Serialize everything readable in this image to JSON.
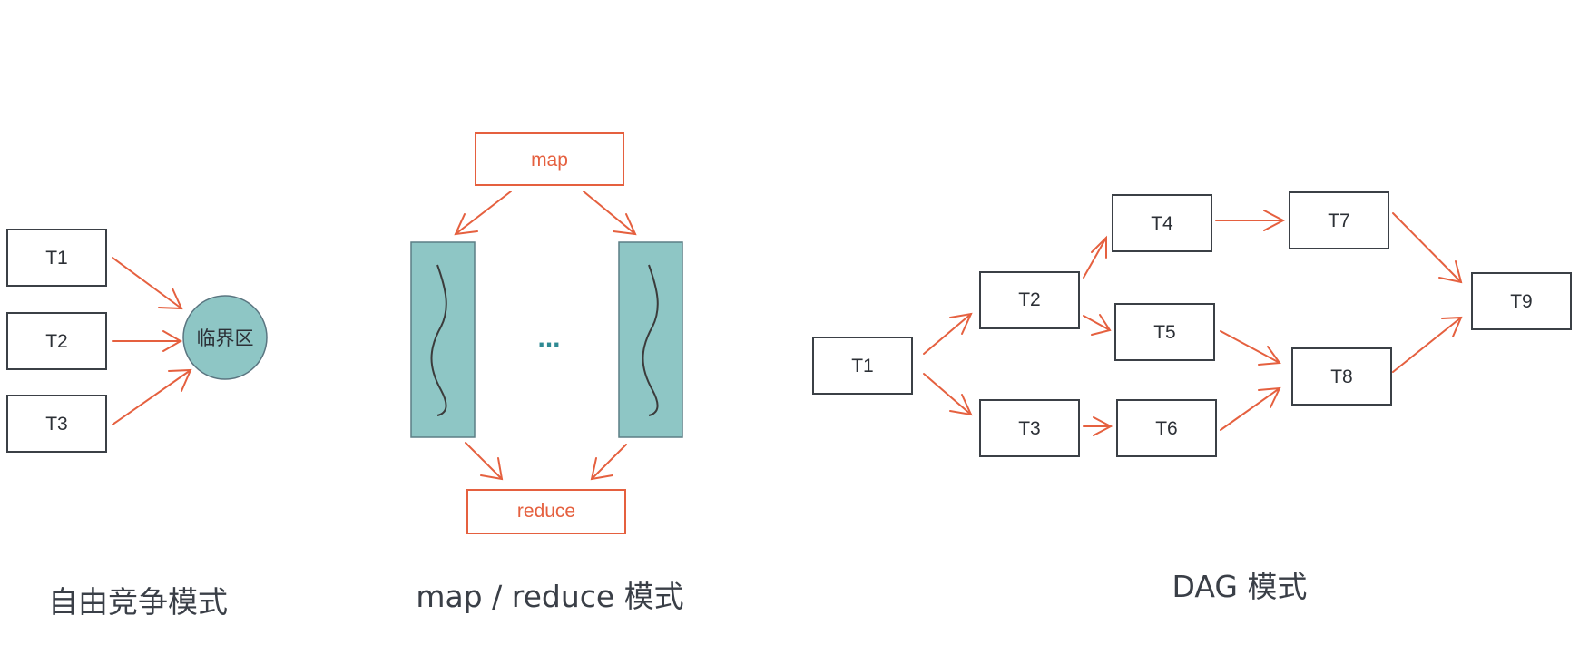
{
  "free_competition": {
    "tasks": [
      "T1",
      "T2",
      "T3"
    ],
    "critical_section": "临界区",
    "caption": "自由竞争模式"
  },
  "map_reduce": {
    "map_label": "map",
    "reduce_label": "reduce",
    "ellipsis": "...",
    "caption": "map / reduce 模式"
  },
  "dag": {
    "nodes": [
      "T1",
      "T2",
      "T3",
      "T4",
      "T5",
      "T6",
      "T7",
      "T8",
      "T9"
    ],
    "caption": "DAG  模式"
  },
  "colors": {
    "arrow": "#e5603f",
    "teal_fill": "#8ec6c5",
    "box_stroke": "#3b4046"
  }
}
